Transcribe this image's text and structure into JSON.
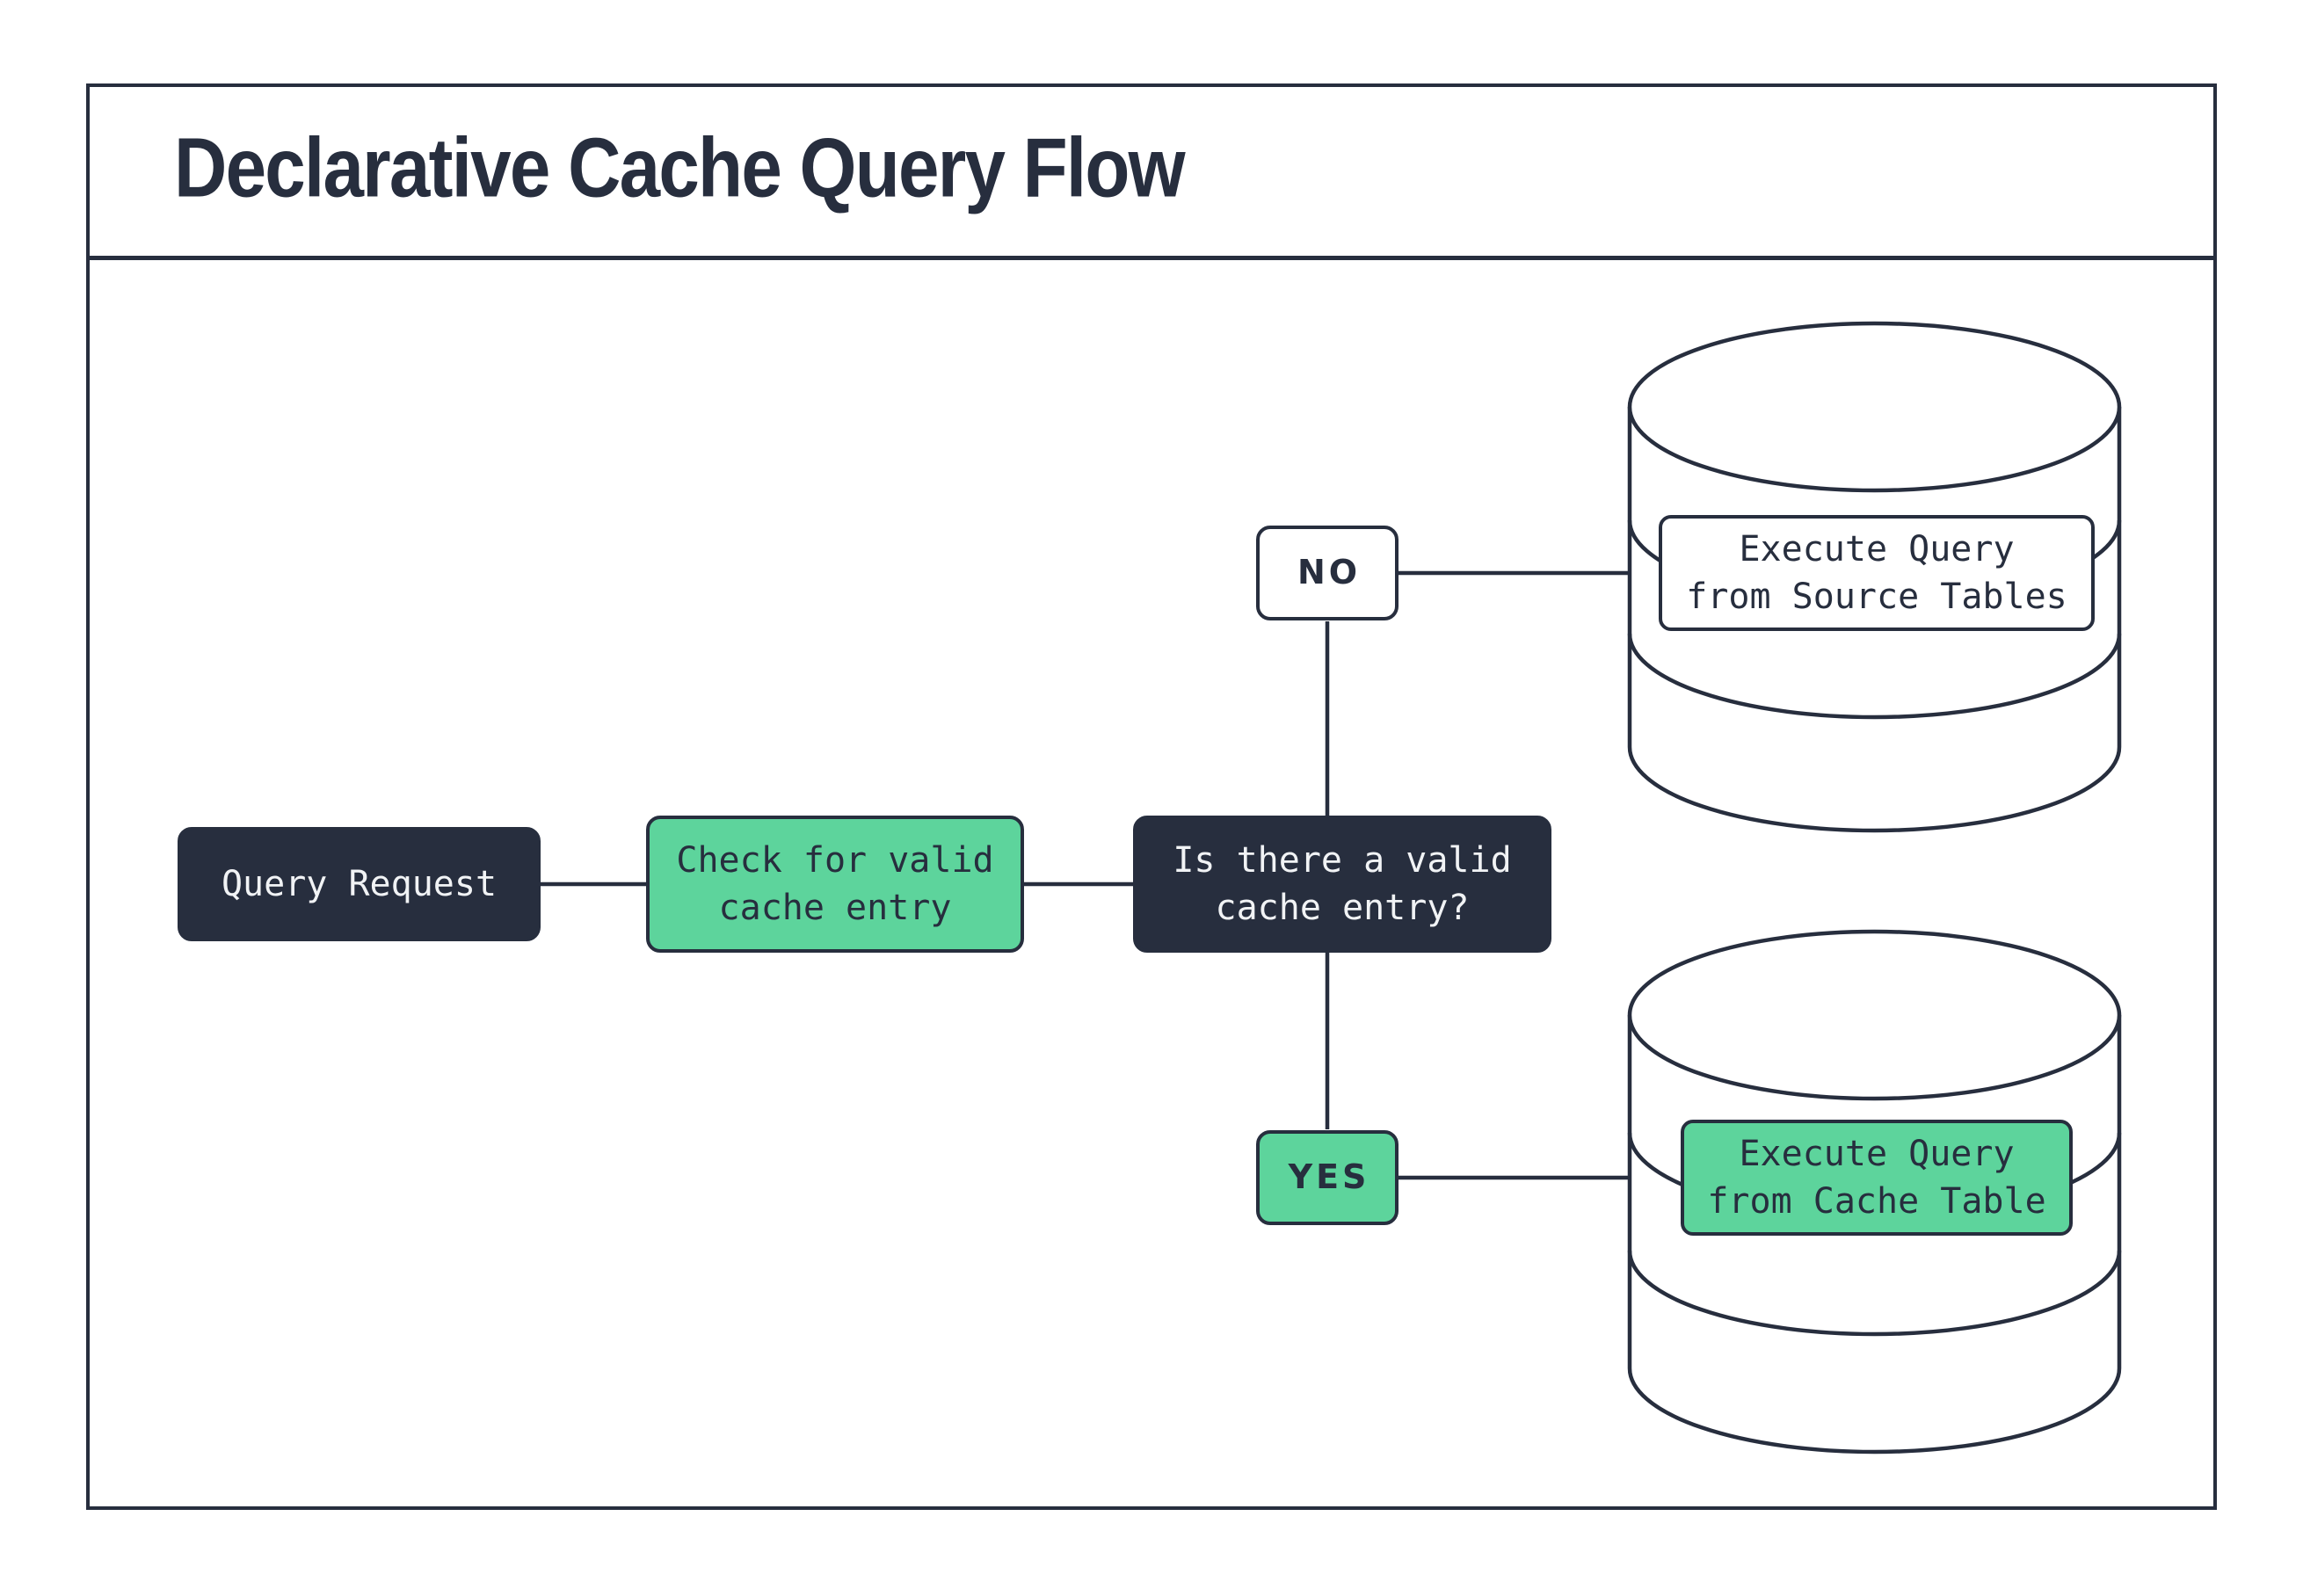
{
  "theme": {
    "ink": "#272e3e",
    "green": "#5dd49c",
    "paper": "#ffffff",
    "text_light": "#f1f3f5"
  },
  "diagram": {
    "title": "Declarative Cache Query Flow",
    "nodes": {
      "query_request": {
        "label": "Query Request"
      },
      "check_cache": {
        "lines": [
          "Check for valid",
          "cache entry"
        ]
      },
      "decision": {
        "lines": [
          "Is there a valid",
          "cache entry?"
        ]
      },
      "branch_no": {
        "label": "NO"
      },
      "branch_yes": {
        "label": "YES"
      },
      "source_db": {
        "lines": [
          "Execute Query",
          "from Source Tables"
        ]
      },
      "cache_db": {
        "lines": [
          "Execute Query",
          "from Cache Table"
        ]
      }
    }
  }
}
